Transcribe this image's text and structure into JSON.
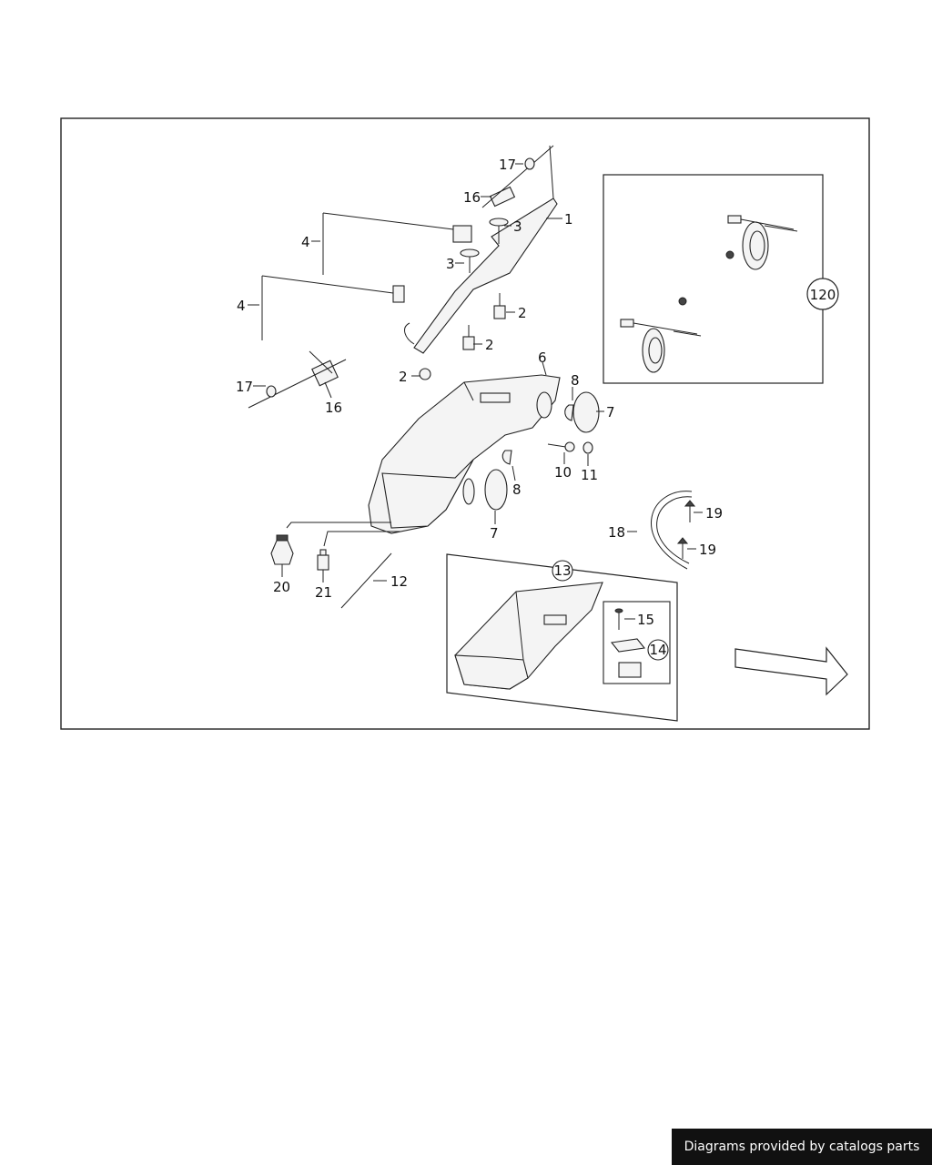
{
  "callouts": {
    "c1": "1",
    "c2a": "2",
    "c2b": "2",
    "c2c": "2",
    "c3a": "3",
    "c3b": "3",
    "c4a": "4",
    "c4b": "4",
    "c6": "6",
    "c7a": "7",
    "c7b": "7",
    "c8a": "8",
    "c8b": "8",
    "c10": "10",
    "c11": "11",
    "c12": "12",
    "c13": "13",
    "c14": "14",
    "c15": "15",
    "c16a": "16",
    "c16b": "16",
    "c17a": "17",
    "c17b": "17",
    "c18": "18",
    "c19a": "19",
    "c19b": "19",
    "c20": "20",
    "c21": "21",
    "c120": "120"
  },
  "footer": {
    "credit": "Diagrams provided by catalogs parts"
  }
}
